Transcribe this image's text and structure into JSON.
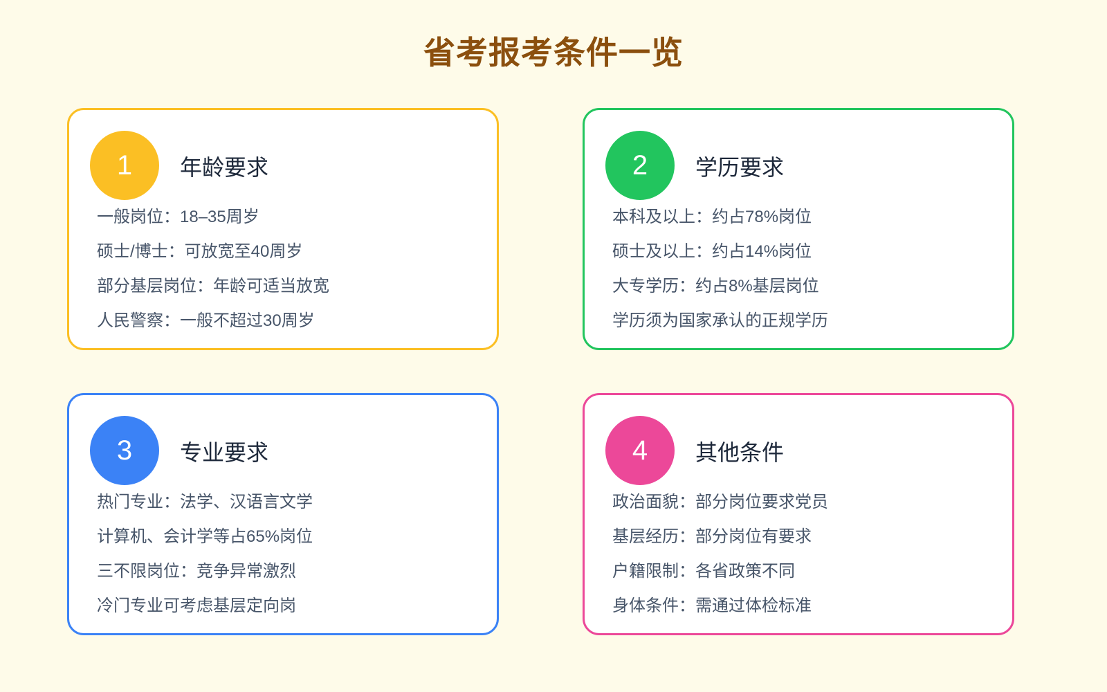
{
  "title": "省考报考条件一览",
  "cards": [
    {
      "number": "1",
      "title": "年龄要求",
      "color": "#fbbf24",
      "items": [
        "一般岗位：18–35周岁",
        "硕士/博士：可放宽至40周岁",
        "部分基层岗位：年龄可适当放宽",
        "人民警察：一般不超过30周岁"
      ]
    },
    {
      "number": "2",
      "title": "学历要求",
      "color": "#22c55e",
      "items": [
        "本科及以上：约占78%岗位",
        "硕士及以上：约占14%岗位",
        "大专学历：约占8%基层岗位",
        "学历须为国家承认的正规学历"
      ]
    },
    {
      "number": "3",
      "title": "专业要求",
      "color": "#3b82f6",
      "items": [
        "热门专业：法学、汉语言文学",
        "计算机、会计学等占65%岗位",
        "三不限岗位：竞争异常激烈",
        "冷门专业可考虑基层定向岗"
      ]
    },
    {
      "number": "4",
      "title": "其他条件",
      "color": "#ec4899",
      "items": [
        "政治面貌：部分岗位要求党员",
        "基层经历：部分岗位有要求",
        "户籍限制：各省政策不同",
        "身体条件：需通过体检标准"
      ]
    }
  ]
}
